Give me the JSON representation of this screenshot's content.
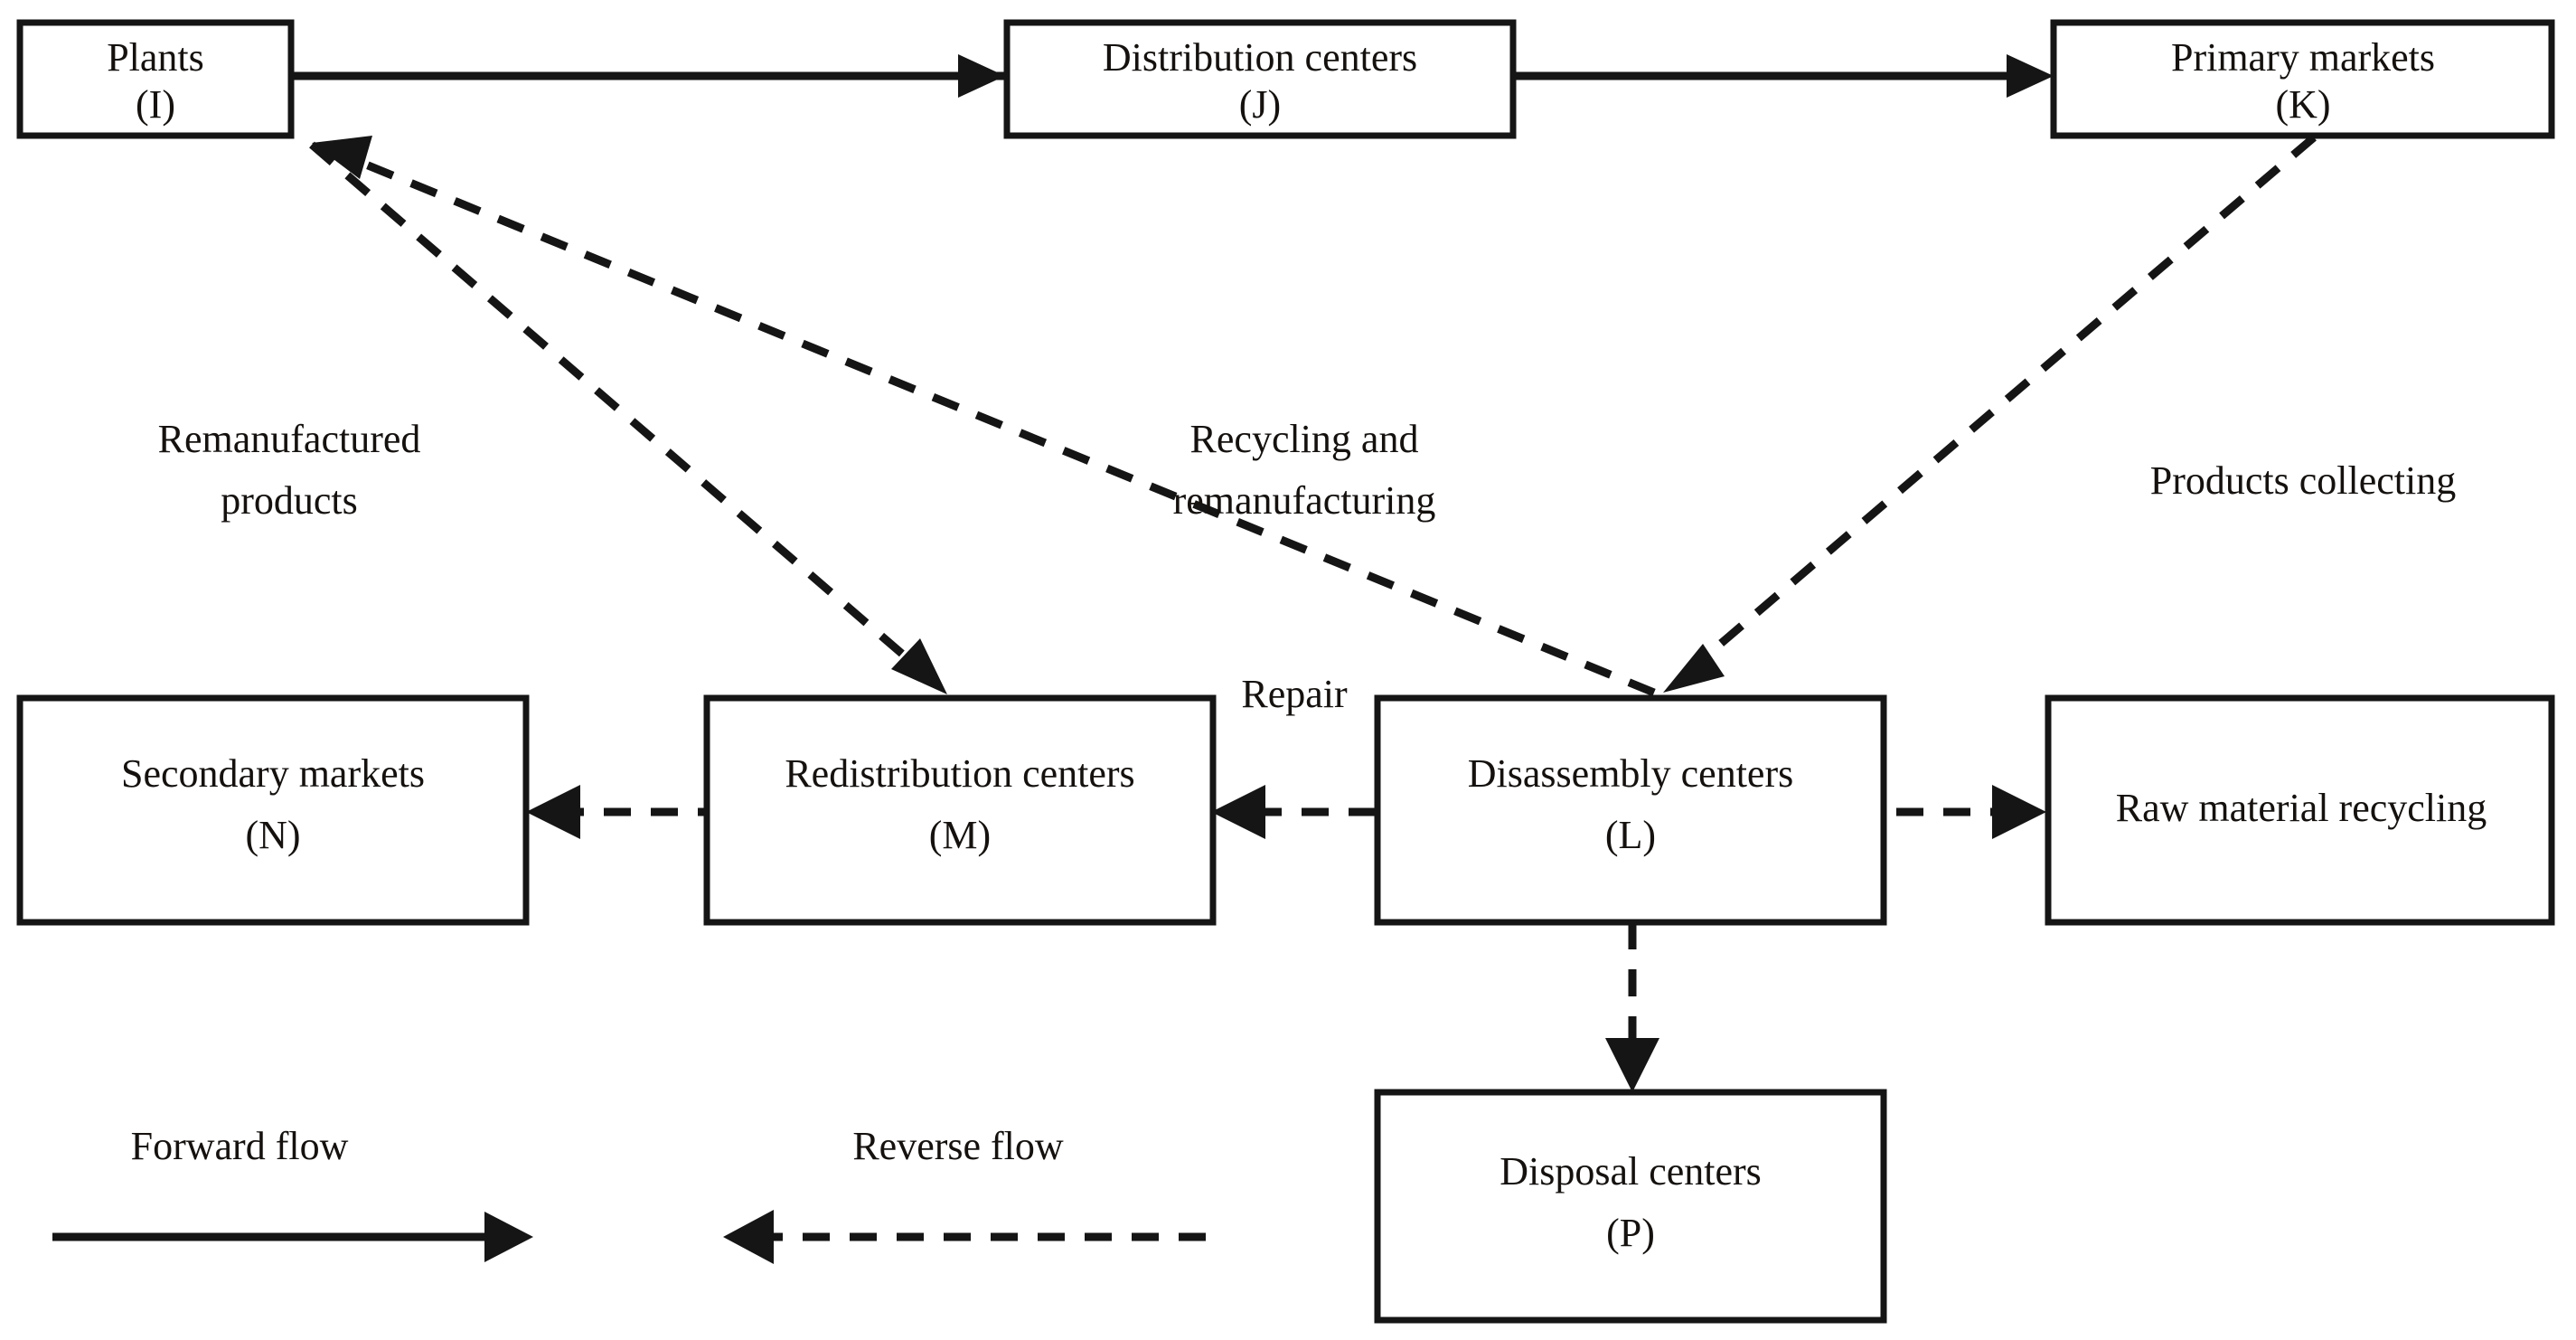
{
  "diagram": {
    "title": "Closed-loop supply chain network structure",
    "background_color": "#ffffff",
    "line_color": "#151515",
    "text_color": "#14110f"
  },
  "nodes": {
    "plants": {
      "line1": "Plants",
      "line2": "(I)"
    },
    "distribution_centers": {
      "line1": "Distribution centers",
      "line2": "(J)"
    },
    "primary_markets": {
      "line1": "Primary markets",
      "line2": "(K)"
    },
    "secondary_markets": {
      "line1": "Secondary markets",
      "line2": "(N)"
    },
    "redistribution_centers": {
      "line1": "Redistribution centers",
      "line2": "(M)"
    },
    "disassembly_centers": {
      "line1": "Disassembly centers",
      "line2": "(L)"
    },
    "raw_material_recycling": {
      "line1": "Raw material recycling",
      "line2": ""
    },
    "disposal_centers": {
      "line1": "Disposal centers",
      "line2": "(P)"
    }
  },
  "edge_labels": {
    "remanufactured_products": {
      "line1": "Remanufactured",
      "line2": "products"
    },
    "recycling_and_remanufacturing": {
      "line1": "Recycling and",
      "line2": "remanufacturing"
    },
    "products_collecting": {
      "line1": "Products collecting",
      "line2": ""
    },
    "repair": {
      "line1": "Repair",
      "line2": ""
    }
  },
  "legend": {
    "forward_flow_label": "Forward flow",
    "reverse_flow_label": "Reverse flow"
  }
}
